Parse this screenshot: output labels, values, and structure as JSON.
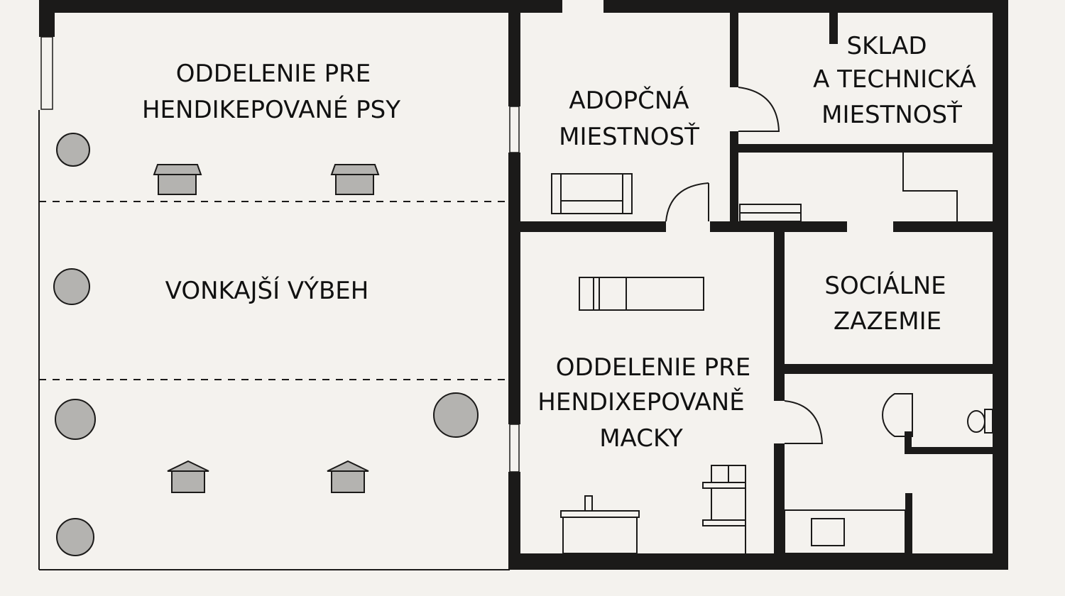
{
  "title": "Floor plan of animal shelter",
  "rooms": {
    "dogs": {
      "lines": [
        "ODDELENIE PRE",
        "HENDIKEPOVANÉ PSY"
      ]
    },
    "yard": {
      "lines": [
        "VONKAJŠÍ VÝBEH"
      ]
    },
    "adoption": {
      "lines": [
        "ADOPČNÁ",
        "MIESTNOSŤ"
      ]
    },
    "storage": {
      "lines": [
        "SKLAD",
        "A TECHNICKÁ",
        "MIESTNOSŤ"
      ]
    },
    "social": {
      "lines": [
        "SOCIÁLNE",
        "ZAZEMIE"
      ]
    },
    "cats": {
      "lines": [
        "ODDELENIE PRE",
        "HENDIXEPOVANĚ",
        "MACKY"
      ]
    }
  },
  "colors": {
    "background": "#f4f2ee",
    "wall": "#1b1a19",
    "fill": "#b4b3b0"
  }
}
